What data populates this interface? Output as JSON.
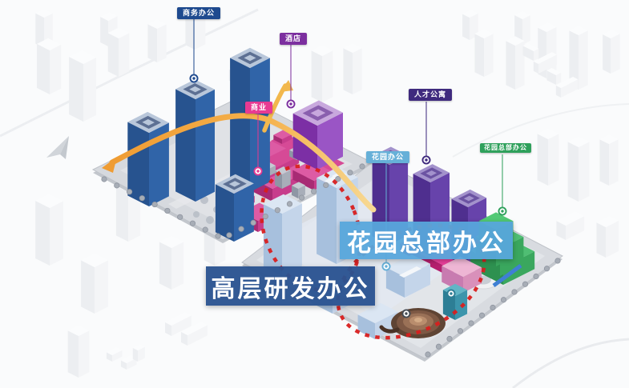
{
  "callouts": {
    "business_office": {
      "label": "商务办公",
      "color": "#1e4a8f"
    },
    "hotel": {
      "label": "酒店",
      "color": "#7c2f9f"
    },
    "commerce": {
      "label": "商业",
      "color": "#e73a92"
    },
    "talent_apartment": {
      "label": "人才公寓",
      "color": "#3f2a7e"
    },
    "garden_office": {
      "label": "花园办公",
      "color": "#66b0d8"
    },
    "garden_hq_tag": {
      "label": "花园总部办公",
      "color": "#2ea05b"
    }
  },
  "banners": {
    "garden_hq": {
      "label": "花园总部办公",
      "color": "#57a7db"
    },
    "highrise_rd": {
      "label": "高层研发办公",
      "color": "#2b5391"
    }
  },
  "palette": {
    "tower_blue_left": "#27538f",
    "tower_blue_right": "#3064a8",
    "roof_rim": "#b9c7da",
    "roof_inset": "#5d7093",
    "hotel_purple_left": "#7c2fa5",
    "hotel_purple_right": "#9a55c5",
    "apartment_purple_left": "#4f2f8f",
    "apartment_purple_right": "#6743ab",
    "podium_pink_left": "#a82b74",
    "podium_pink_right": "#c73d8c",
    "podium_pink_top": "#dd5ba4",
    "bright_pink": "#e0268e",
    "rd_lightblue_left": "#a7c0dd",
    "rd_lightblue_right": "#c4d5ea",
    "rd_lightblue_top": "#dbe6f3",
    "green_left": "#2e9150",
    "green_right": "#3aa75e",
    "green_top": "#4fbe73",
    "teal": "#3c95ac",
    "spiral_brown": "#7d5844",
    "boundary_red": "#d81f1f",
    "arrow_orange": "#ef9c33",
    "platform_gray": "#d6d9de"
  }
}
